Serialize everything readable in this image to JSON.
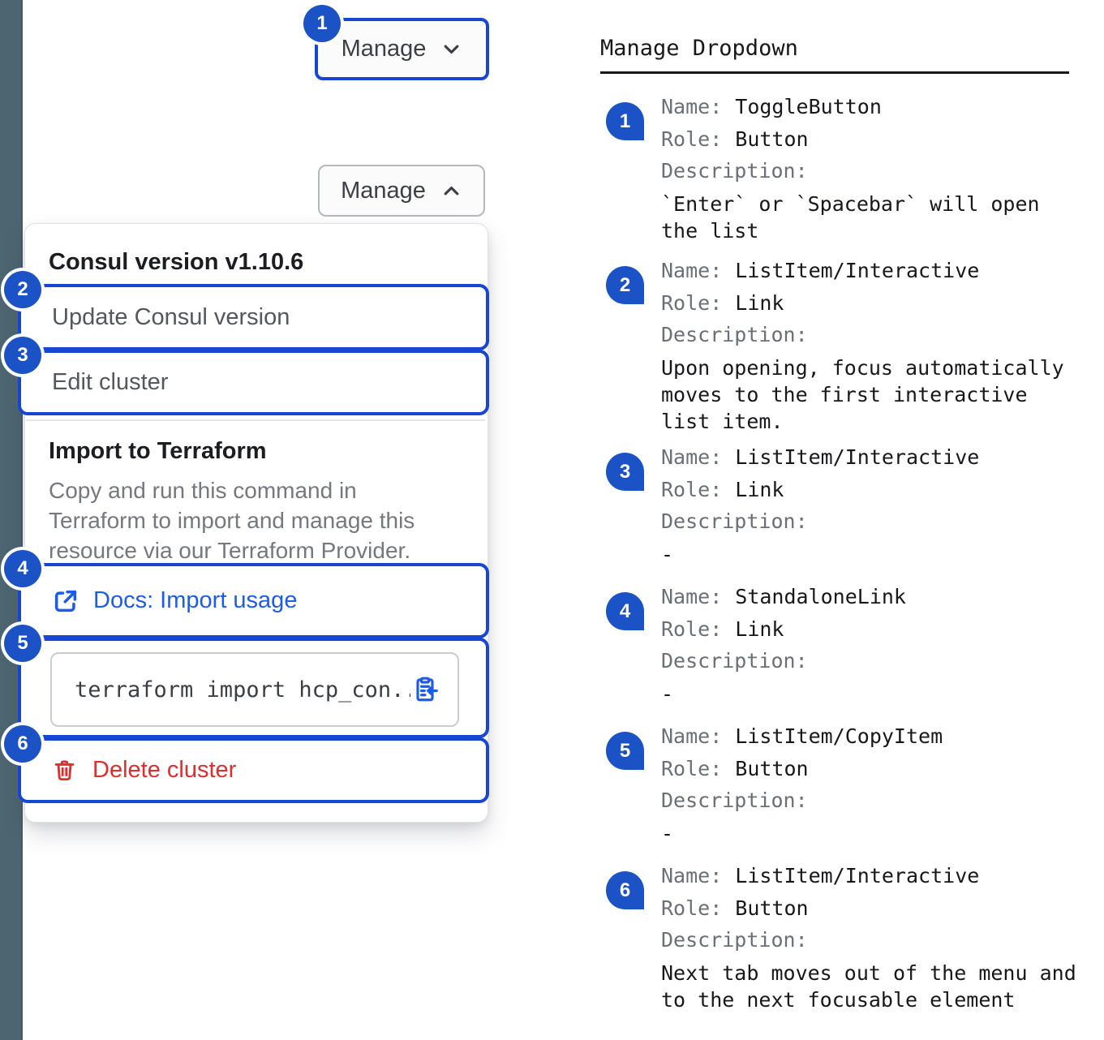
{
  "colors": {
    "annotation_blue": "#1B52C6",
    "focus_outline_blue": "#1747D2",
    "link_blue": "#1B5CEB",
    "danger_red": "#E02D2D",
    "side_strip": "#4D6571"
  },
  "toggle_button": {
    "badge": "1",
    "label": "Manage"
  },
  "expanded_button": {
    "label": "Manage"
  },
  "dropdown": {
    "version_header": "Consul version v1.10.6",
    "items": [
      {
        "badge": "2",
        "label": "Update Consul version"
      },
      {
        "badge": "3",
        "label": "Edit cluster"
      }
    ],
    "import_section": {
      "title": "Import to Terraform",
      "description": "Copy and run this command in Terraform to import and manage this resource via our Terraform Provider.",
      "docs_link": {
        "badge": "4",
        "label": "Docs: Import usage"
      },
      "code_item": {
        "badge": "5",
        "code": "terraform import hcp_con..."
      }
    },
    "delete_item": {
      "badge": "6",
      "label": "Delete cluster"
    }
  },
  "legend": {
    "title": "Manage Dropdown",
    "name_label": "Name:",
    "role_label": "Role:",
    "description_label": "Description:",
    "entries": [
      {
        "badge": "1",
        "name": "ToggleButton",
        "role": "Button",
        "description": "`Enter` or `Spacebar` will open the list"
      },
      {
        "badge": "2",
        "name": "ListItem/Interactive",
        "role": "Link",
        "description": "Upon opening, focus automatically moves to the first interactive list item."
      },
      {
        "badge": "3",
        "name": "ListItem/Interactive",
        "role": "Link",
        "description": "-"
      },
      {
        "badge": "4",
        "name": "StandaloneLink",
        "role": "Link",
        "description": "-"
      },
      {
        "badge": "5",
        "name": "ListItem/CopyItem",
        "role": "Button",
        "description": "-"
      },
      {
        "badge": "6",
        "name": "ListItem/Interactive",
        "role": "Button",
        "description": "Next tab moves out of the menu and to the next focusable element"
      }
    ]
  }
}
